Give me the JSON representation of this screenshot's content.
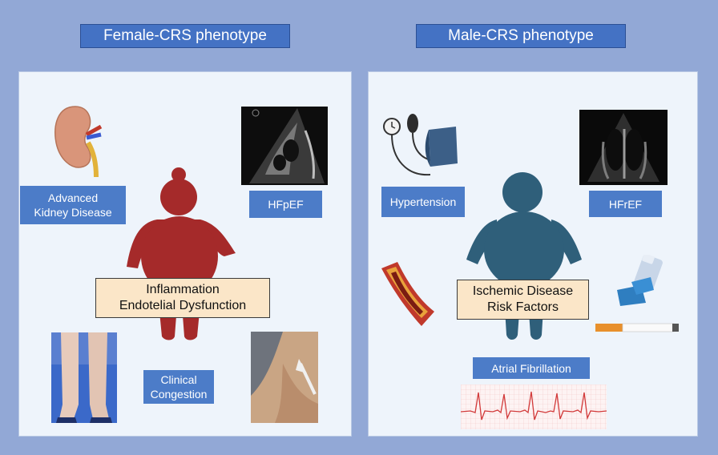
{
  "female": {
    "title": "Female-CRS phenotype",
    "kidney_line1": "Advanced",
    "kidney_line2": "Kidney Disease",
    "hf": "HFpEF",
    "center_line1": "Inflammation",
    "center_line2": "Endotelial Dysfunction",
    "congestion_line1": "Clinical",
    "congestion_line2": "Congestion",
    "figure_color": "#a52a2a"
  },
  "male": {
    "title": "Male-CRS phenotype",
    "hypertension": "Hypertension",
    "hf": "HFrEF",
    "center_line1": "Ischemic Disease",
    "center_line2": "Risk Factors",
    "afib": "Atrial Fibrillation",
    "figure_color": "#2f5f7a"
  }
}
